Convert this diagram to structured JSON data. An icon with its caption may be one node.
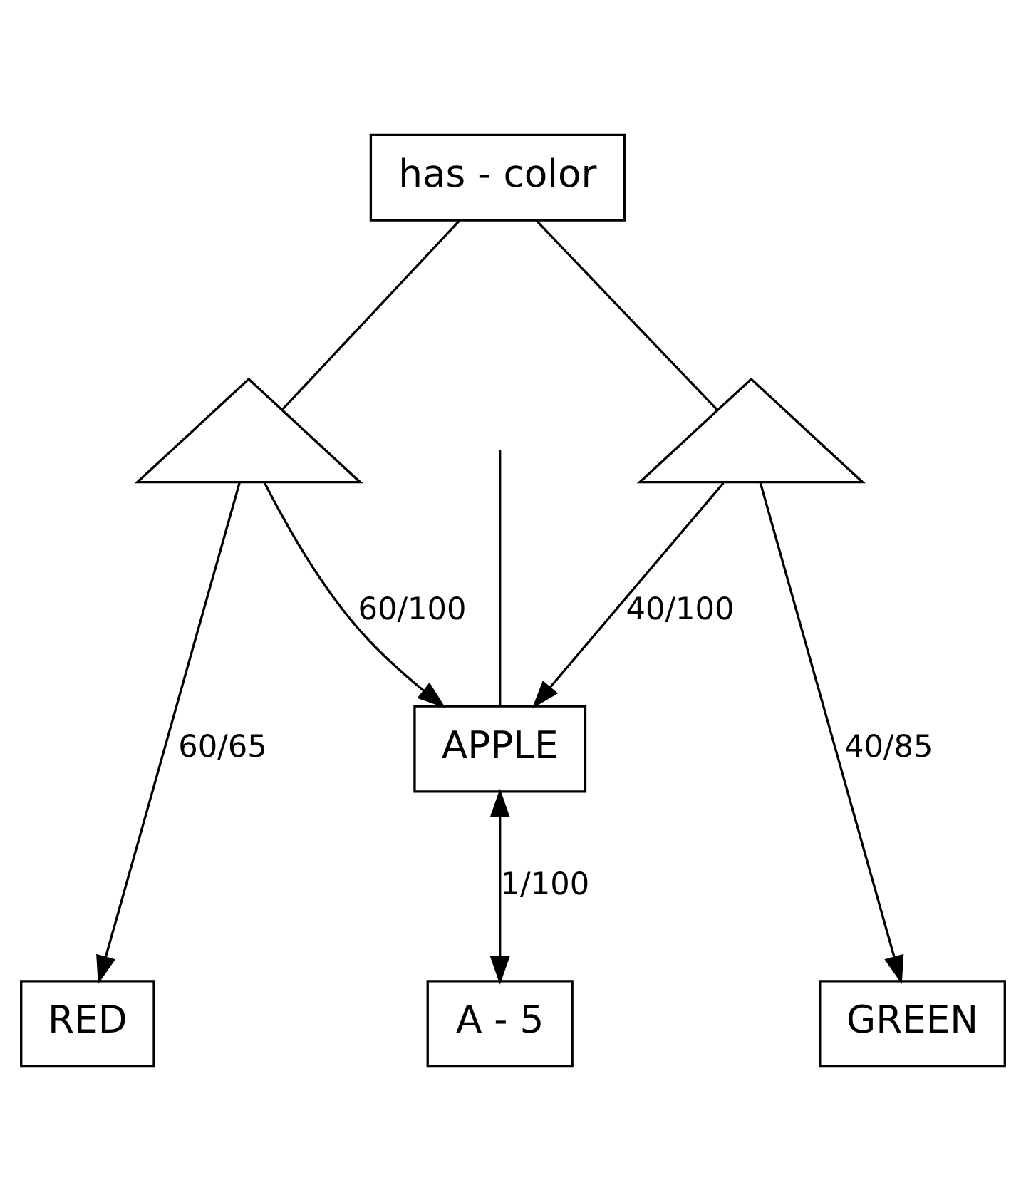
{
  "diagram": {
    "nodes": [
      {
        "text": [
          "has - color"
        ]
      },
      {
        "text": [
          "APPLE"
        ]
      },
      {
        "text": [],
        "shape": "triangle"
      },
      {
        "text": [],
        "shape": "triangle"
      },
      {
        "text": [
          "RED"
        ]
      },
      {
        "text": [
          "GREEN"
        ]
      },
      {
        "text": [
          "A - 5"
        ]
      }
    ],
    "edges": [
      {
        "from": null,
        "to": 1,
        "arrow": "none"
      },
      {
        "from": 0,
        "to": 2,
        "arrow": "none"
      },
      {
        "from": 0,
        "to": 3,
        "arrow": "none"
      },
      {
        "from": 2,
        "to": 1,
        "arrow": "to",
        "label": "60/100"
      },
      {
        "from": 3,
        "to": 1,
        "arrow": "to",
        "label": "40/100"
      },
      {
        "from": 2,
        "to": 4,
        "arrow": "to",
        "label": "60/65"
      },
      {
        "from": 3,
        "to": 5,
        "arrow": "to",
        "label": "40/85"
      },
      {
        "from": 1,
        "to": 6,
        "arrow": "both",
        "label": "1/100"
      }
    ]
  }
}
